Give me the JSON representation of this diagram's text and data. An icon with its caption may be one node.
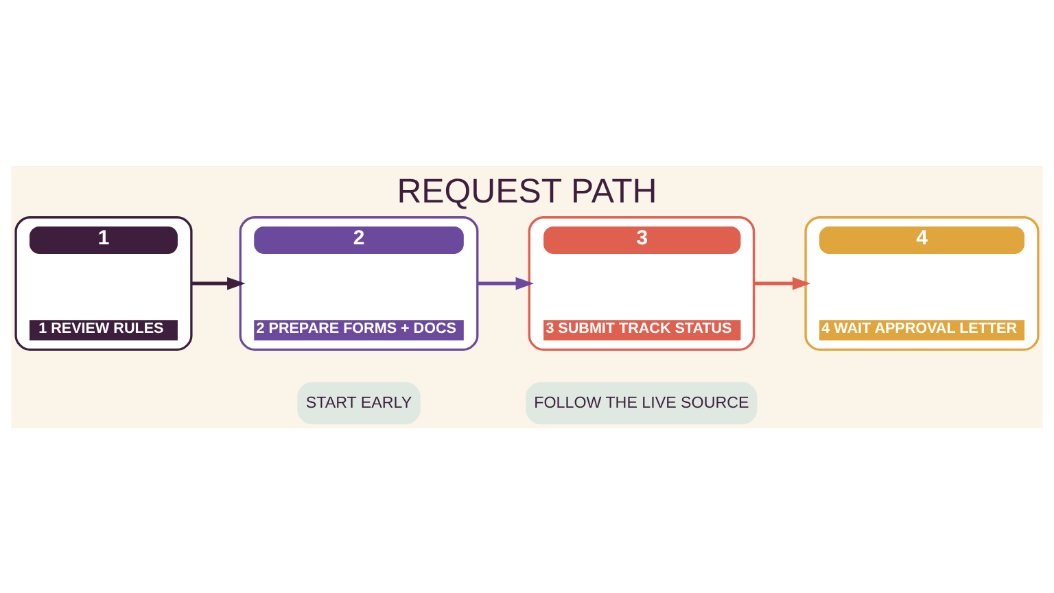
{
  "diagram": {
    "title": "REQUEST PATH",
    "nodes": [
      {
        "text": [
          "1",
          "1 REVIEW RULES"
        ]
      },
      {
        "text": [
          "2",
          "2 PREPARE FORMS + DOCS"
        ]
      },
      {
        "text": [
          "3",
          "3 SUBMIT TRACK STATUS"
        ]
      },
      {
        "text": [
          "4",
          "4 WAIT APPROVAL LETTER"
        ]
      }
    ],
    "edges": [
      {
        "from": 0,
        "to": 1,
        "arrow": "to",
        "color": "#3d1f3d"
      },
      {
        "from": 1,
        "to": 2,
        "arrow": "to",
        "color": "#6b4a9e"
      },
      {
        "from": 2,
        "to": 3,
        "arrow": "to",
        "color": "#e0604f"
      }
    ],
    "labels": [
      "START EARLY",
      "FOLLOW THE LIVE SOURCE"
    ]
  }
}
